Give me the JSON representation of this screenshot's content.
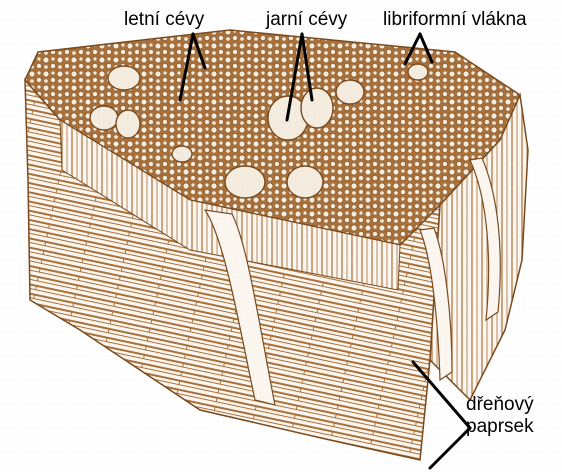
{
  "labels": {
    "letni_cevy": "letní cévy",
    "jarni_cevy": "jarní cévy",
    "libriformni_vlakna": "libriformní vlákna",
    "drenovy_paprsek_line1": "dřeňový",
    "drenovy_paprsek_line2": "paprsek"
  },
  "colors": {
    "wood": "#a8703a",
    "wood_dark": "#7a4a1e",
    "background": "#ffffff",
    "pointer": "#000000"
  }
}
